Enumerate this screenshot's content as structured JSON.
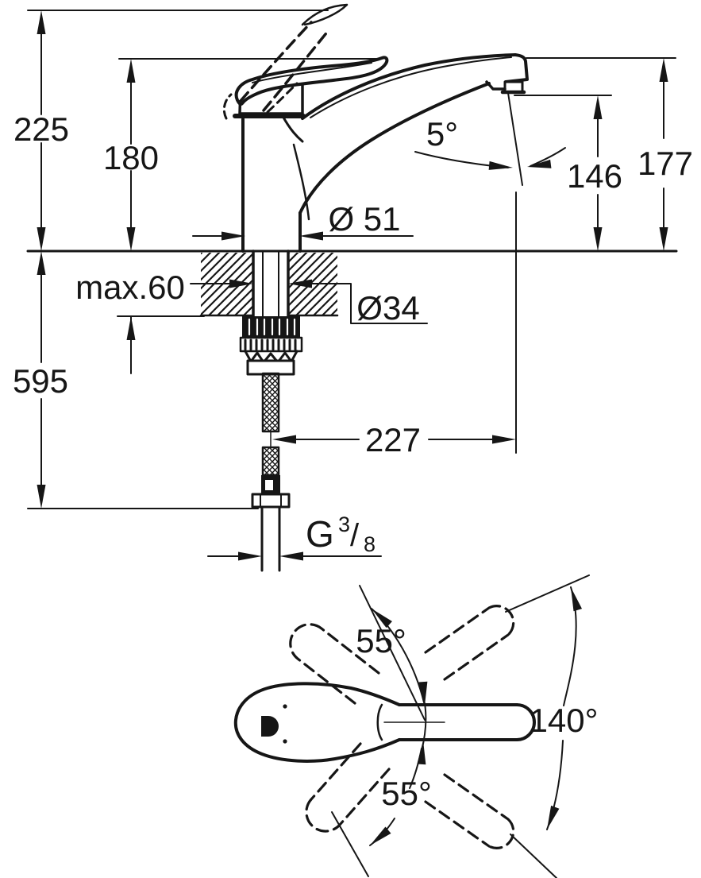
{
  "labels": {
    "height_overall": "225",
    "height_lever": "180",
    "spout_angle": "5°",
    "outlet_height": "146",
    "spout_height": "177",
    "body_diameter": "Ø 51",
    "deck_max": "max.60",
    "hole_diameter": "Ø34",
    "below_deck": "595",
    "reach": "227",
    "thread_g": "G",
    "thread_num": "3",
    "thread_slash": "/",
    "thread_den": "8",
    "swivel_upper": "55°",
    "swivel_lower": "55°",
    "swivel_total": "140°"
  },
  "colors": {
    "line": "#161616",
    "background": "#ffffff"
  }
}
